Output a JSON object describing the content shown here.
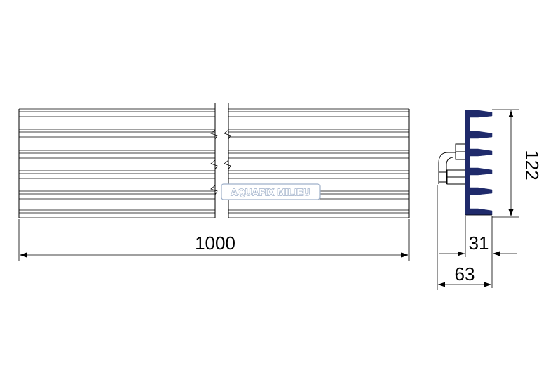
{
  "dimensions": {
    "length": "1000",
    "height": "122",
    "depth_profile": "31",
    "depth_total": "63"
  },
  "watermark": {
    "text": "AQUAFIX MILIEU"
  },
  "colors": {
    "line": "#000000",
    "profile_fill": "#1f2a6b",
    "watermark_outline": "#9fb0c9",
    "background": "#ffffff"
  }
}
